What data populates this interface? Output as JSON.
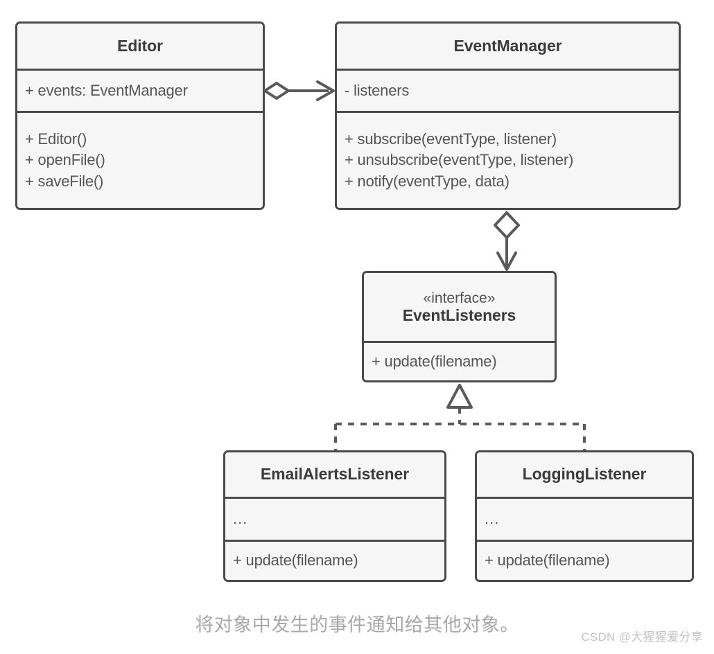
{
  "diagram": {
    "type": "uml-class-diagram",
    "title_caption": "将对象中发生的事件通知给其他对象。",
    "watermark": "CSDN @大猩猩爱分享",
    "colors": {
      "box_fill": "#f6f6f6",
      "box_border": "#4a4a4a",
      "title_text": "#3b3b3b",
      "member_text": "#555555",
      "connector": "#5a5a5a",
      "caption_text": "#a8a8a8",
      "watermark_text": "#c4c4c4",
      "background": "#ffffff"
    },
    "classes": [
      {
        "id": "editor",
        "name": "Editor",
        "stereotype": "",
        "attributes": [
          "+ events: EventManager"
        ],
        "methods": [
          "+ Editor()",
          "+ openFile()",
          "+ saveFile()"
        ]
      },
      {
        "id": "event-manager",
        "name": "EventManager",
        "stereotype": "",
        "attributes": [
          "- listeners"
        ],
        "methods": [
          "+ subscribe(eventType, listener)",
          "+ unsubscribe(eventType, listener)",
          "+ notify(eventType, data)"
        ]
      },
      {
        "id": "event-listeners",
        "name": "EventListeners",
        "stereotype": "«interface»",
        "attributes": [],
        "methods": [
          "+ update(filename)"
        ]
      },
      {
        "id": "email-alerts-listener",
        "name": "EmailAlertsListener",
        "stereotype": "",
        "attributes": [
          "..."
        ],
        "methods": [
          "+ update(filename)"
        ]
      },
      {
        "id": "logging-listener",
        "name": "LoggingListener",
        "stereotype": "",
        "attributes": [
          "..."
        ],
        "methods": [
          "+ update(filename)"
        ]
      }
    ],
    "relationships": [
      {
        "id": "editor-to-eventmanager",
        "kind": "aggregation",
        "from": "Editor",
        "to": "EventManager",
        "line": "solid",
        "source_decoration": "hollow-diamond",
        "target_decoration": "open-arrow"
      },
      {
        "id": "eventmanager-to-eventlisteners",
        "kind": "aggregation",
        "from": "EventManager",
        "to": "EventListeners",
        "line": "solid",
        "source_decoration": "hollow-diamond",
        "target_decoration": "open-arrow"
      },
      {
        "id": "emailalertslistener-to-eventlisteners",
        "kind": "realization",
        "from": "EmailAlertsListener",
        "to": "EventListeners",
        "line": "dashed",
        "source_decoration": "none",
        "target_decoration": "hollow-triangle"
      },
      {
        "id": "logginglistener-to-eventlisteners",
        "kind": "realization",
        "from": "LoggingListener",
        "to": "EventListeners",
        "line": "dashed",
        "source_decoration": "none",
        "target_decoration": "hollow-triangle"
      }
    ]
  }
}
